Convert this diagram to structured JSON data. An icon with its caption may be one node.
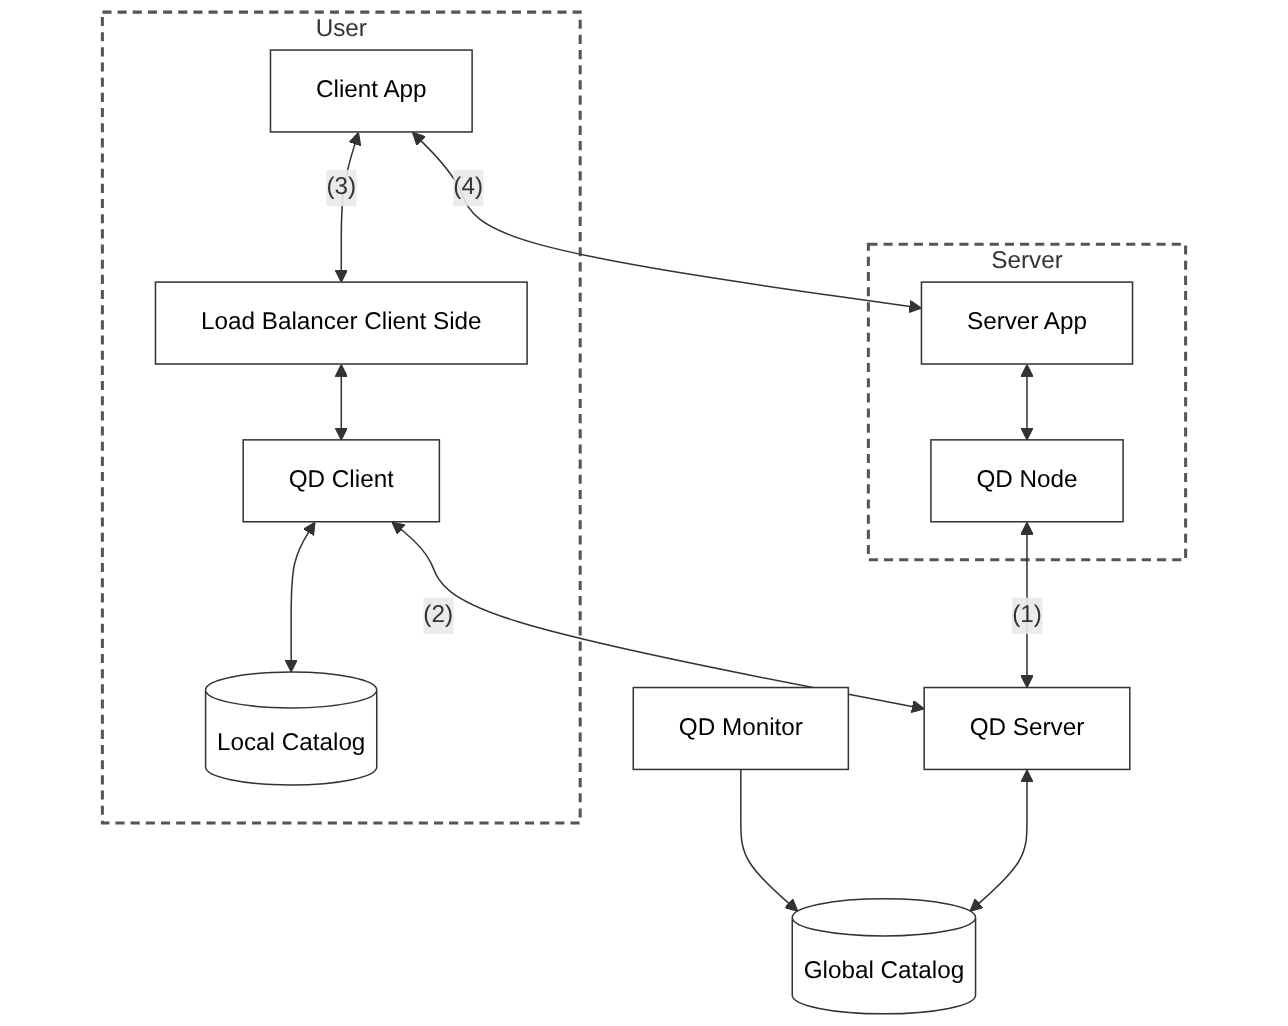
{
  "diagram": {
    "nodes": [
      {
        "text": [
          "QD Monitor"
        ]
      },
      {
        "text": [
          "Global Catalog"
        ]
      },
      {
        "text": [
          "QD Server"
        ]
      },
      {
        "text": [
          "User"
        ]
      },
      {
        "text": [
          "Client App"
        ],
        "in": 3
      },
      {
        "text": [
          "Load Balancer Client Side"
        ],
        "in": 3
      },
      {
        "text": [
          "QD Client"
        ],
        "in": 3
      },
      {
        "text": [
          "Local Catalog"
        ],
        "in": 3
      },
      {
        "text": [
          "Server"
        ]
      },
      {
        "text": [
          "Server App"
        ],
        "in": 8
      },
      {
        "text": [
          "QD Node"
        ],
        "in": 8
      }
    ],
    "edges": [
      {
        "from": 0,
        "to": 1,
        "arrow": "to"
      },
      {
        "from": 2,
        "to": 1,
        "arrow": "both"
      },
      {
        "from": 4,
        "to": 9,
        "arrow": "both",
        "label": "(4)"
      },
      {
        "from": 4,
        "to": 5,
        "arrow": "both",
        "label": "(3)"
      },
      {
        "from": 5,
        "to": 6,
        "arrow": "both"
      },
      {
        "from": 6,
        "to": 7,
        "arrow": "both"
      },
      {
        "from": 6,
        "to": 2,
        "arrow": "both",
        "label": "(2)"
      },
      {
        "from": 10,
        "to": 2,
        "arrow": "both",
        "label": "(1)"
      },
      {
        "from": 9,
        "to": 10,
        "arrow": "both"
      }
    ]
  }
}
